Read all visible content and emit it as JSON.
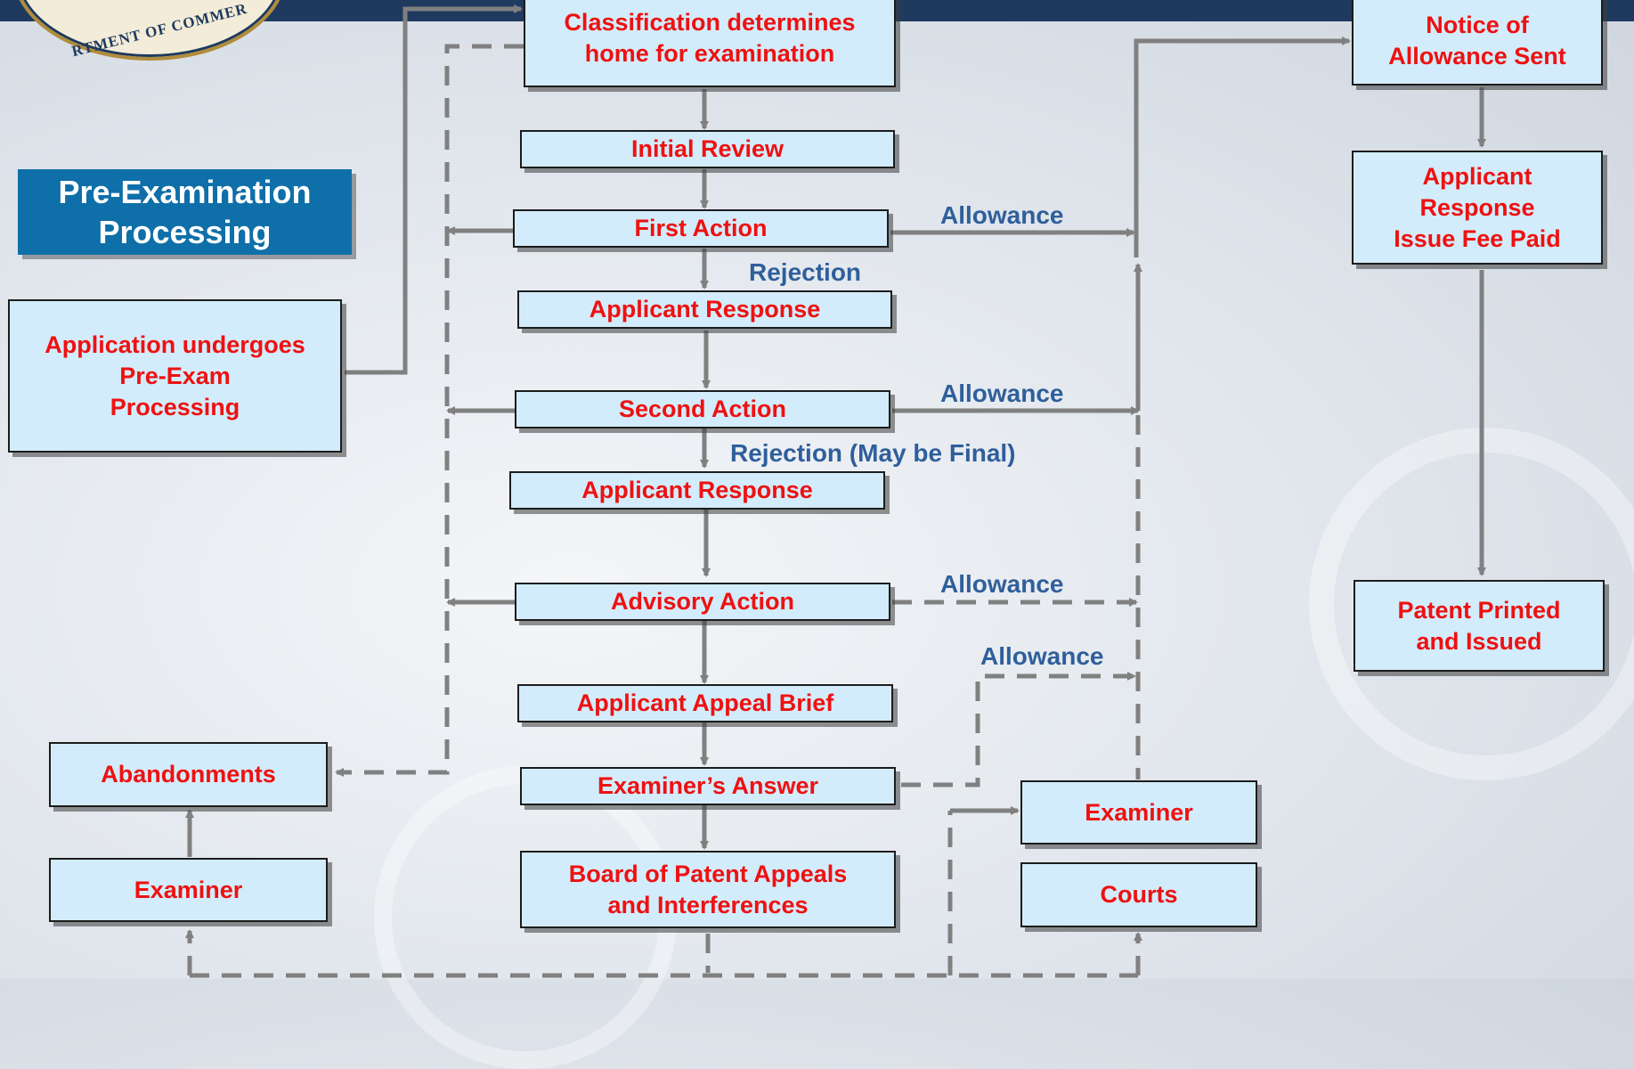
{
  "seal": {
    "text": "RTMENT OF COMMER"
  },
  "title": "Pre-Examination\nProcessing",
  "boxes": {
    "classification": "Classification determines\nhome for examination",
    "initial_review": "Initial Review",
    "first_action": "First Action",
    "applicant_response_1": "Applicant Response",
    "second_action": "Second Action",
    "applicant_response_2": "Applicant Response",
    "advisory_action": "Advisory Action",
    "appeal_brief": "Applicant Appeal Brief",
    "examiners_answer": "Examiner’s Answer",
    "board": "Board of Patent Appeals\nand Interferences",
    "pre_exam": "Application undergoes\nPre-Exam\nProcessing",
    "abandonments": "Abandonments",
    "examiner_left": "Examiner",
    "examiner_right": "Examiner",
    "courts": "Courts",
    "notice_allowance": "Notice of\nAllowance Sent",
    "issue_fee": "Applicant\nResponse\nIssue Fee Paid",
    "patent_issued": "Patent Printed\nand Issued"
  },
  "labels": {
    "allowance_1": "Allowance",
    "rejection": "Rejection",
    "allowance_2": "Allowance",
    "rejection_final": "Rejection (May be Final)",
    "allowance_3": "Allowance",
    "allowance_4": "Allowance"
  },
  "colors": {
    "box_fill": "#d3ecfb",
    "box_text": "#ee1111",
    "label_text": "#2f5f9b",
    "arrow": "#808080",
    "title_fill": "#0f6fa8"
  }
}
